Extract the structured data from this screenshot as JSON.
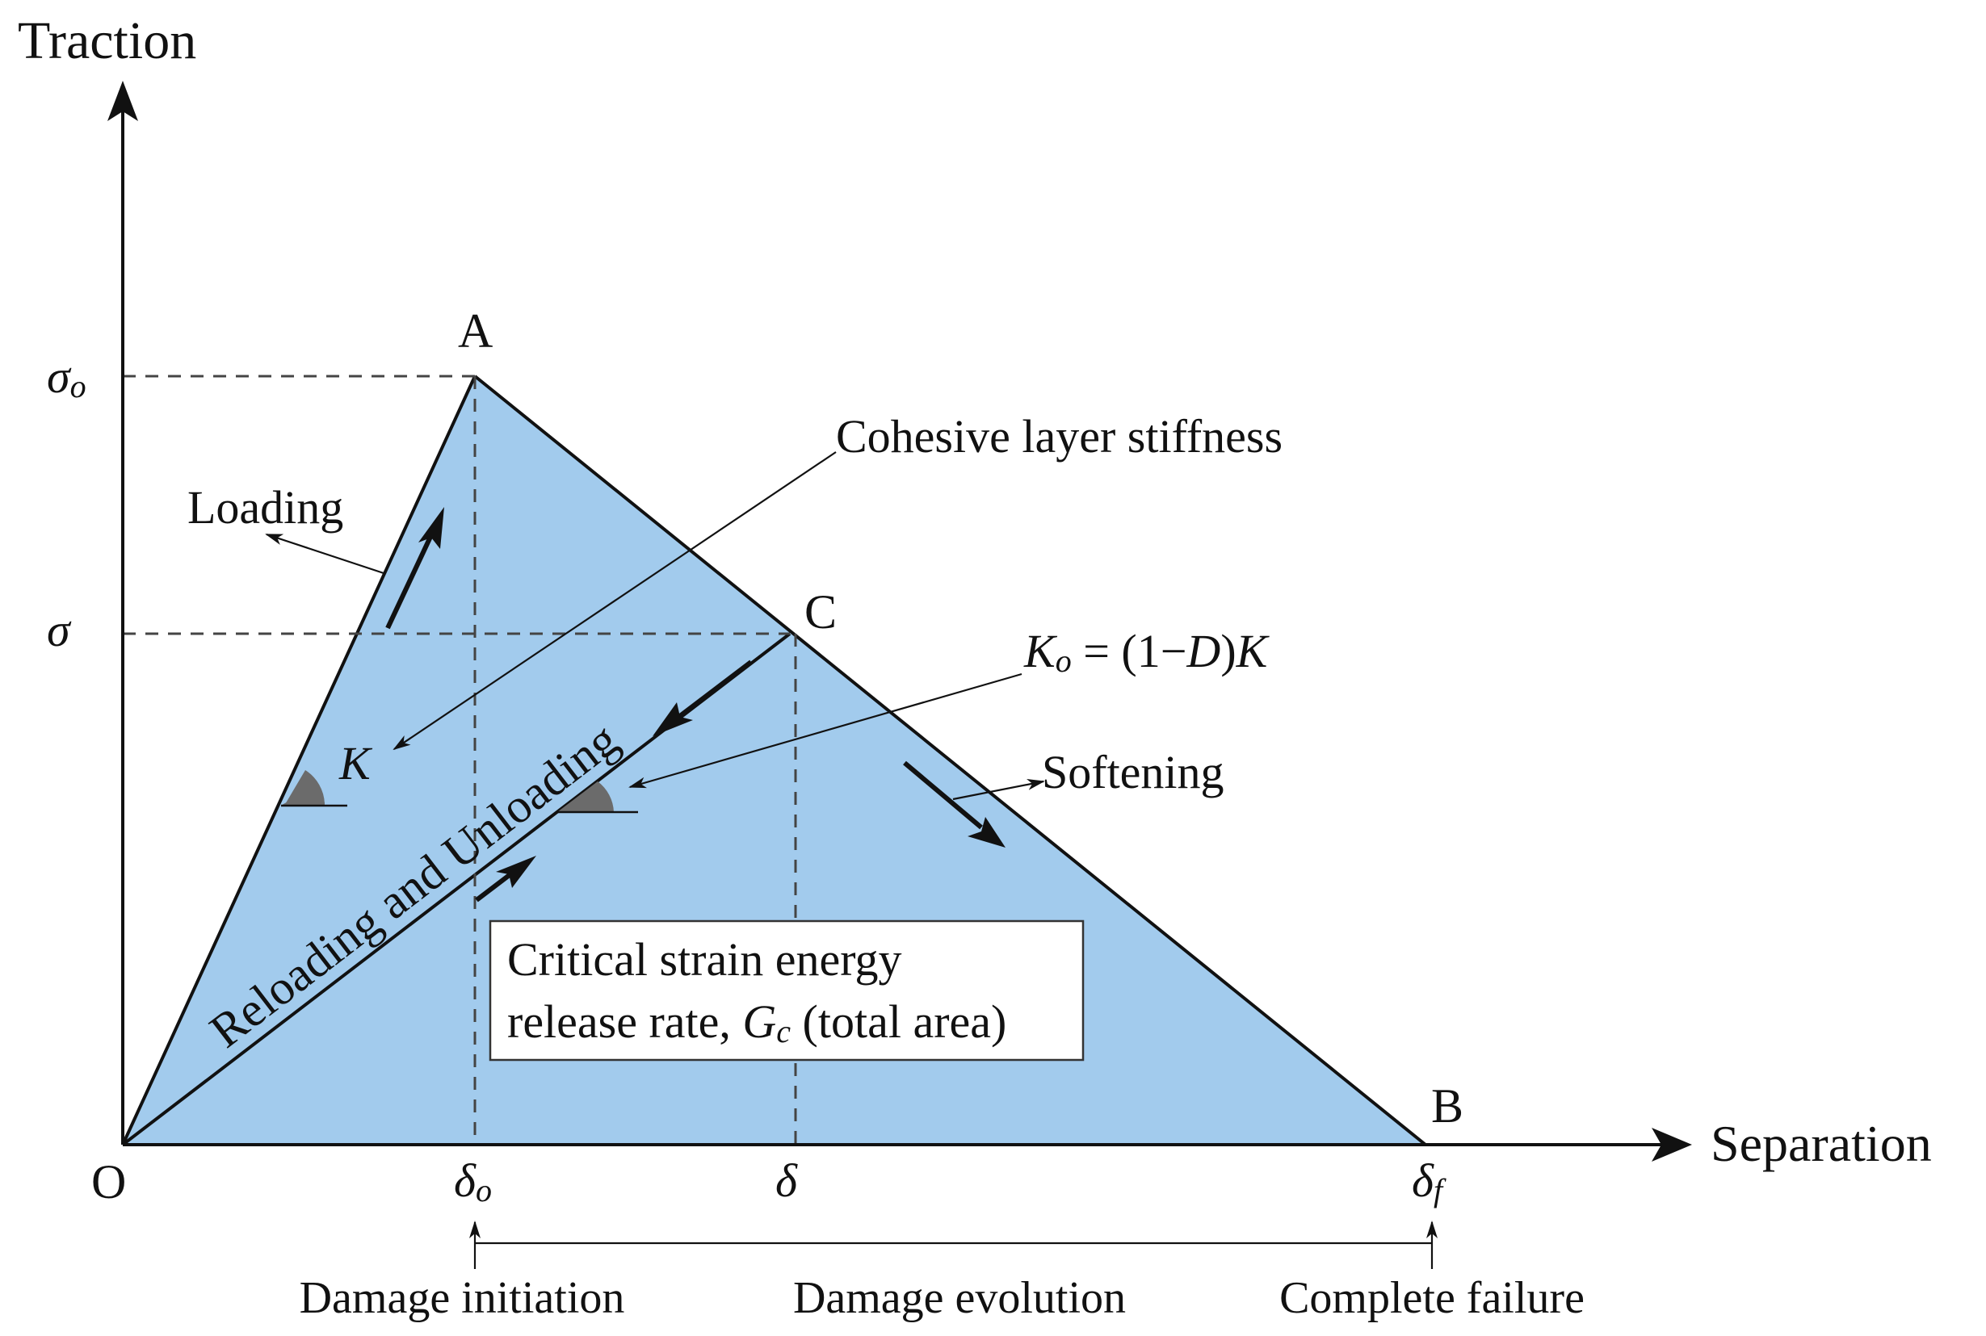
{
  "axes": {
    "y_label": "Traction",
    "x_label": "Separation",
    "origin_label": "O"
  },
  "points": {
    "a": "A",
    "b": "B",
    "c": "C"
  },
  "y_ticks": {
    "sigma0_base": "σ",
    "sigma0_sub": "o",
    "sigma": "σ"
  },
  "x_ticks": {
    "delta0_base": "δ",
    "delta0_sub": "o",
    "delta": "δ",
    "deltaf_base": "δ",
    "deltaf_sub": "f"
  },
  "annotations": {
    "cohesive_stiffness": "Cohesive layer stiffness",
    "loading": "Loading",
    "k": "K",
    "k0_base": "K",
    "k0_sub": "o",
    "k0_rest": " = (1−",
    "k0_d": "D",
    "k0_close": ")",
    "k0_k": "K",
    "softening": "Softening",
    "reload_unload": "Reloading and Unloading"
  },
  "energy_box": {
    "line1": "Critical strain energy",
    "line2_pre": "release rate, ",
    "line2_g": "G",
    "line2_sub": "c",
    "line2_post": " (total area)"
  },
  "stages": {
    "initiation": "Damage initiation",
    "evolution": "Damage evolution",
    "failure": "Complete failure"
  },
  "colors": {
    "fill": "#a2cbed",
    "line": "#111111",
    "arc": "#6b6b6b"
  }
}
